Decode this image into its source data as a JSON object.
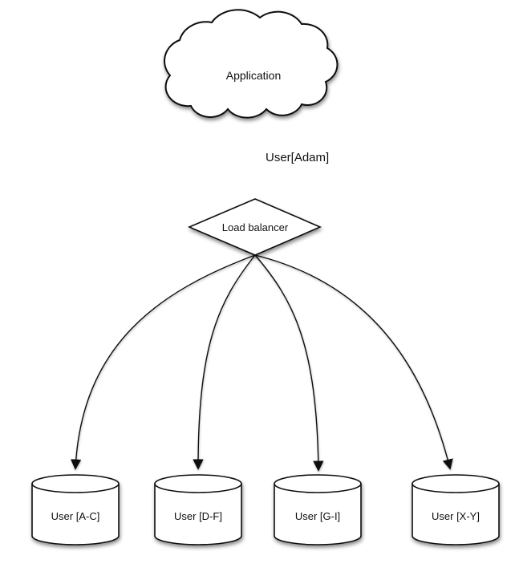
{
  "diagram": {
    "title_implicit": "Application sharding via load balancer",
    "cloud": {
      "label": "Application"
    },
    "edge_cloud_to_lb": {
      "label": "User[Adam]"
    },
    "load_balancer": {
      "label": "Load balancer"
    },
    "shards": [
      {
        "label": "User [A-C]"
      },
      {
        "label": "User [D-F]"
      },
      {
        "label": "User [G-I]"
      },
      {
        "label": "User [X-Y]"
      }
    ],
    "colors": {
      "stroke": "#111111",
      "node_fill": "#ffffff",
      "background": "#ffffff",
      "text": "#111111"
    }
  }
}
